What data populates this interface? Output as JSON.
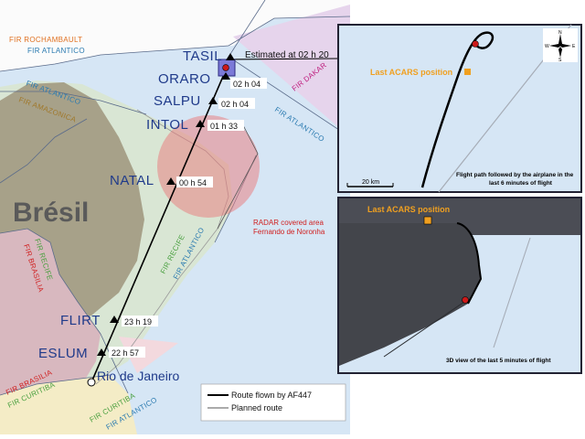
{
  "map": {
    "country_label": "Brésil",
    "city_label": "Rio de Janeiro",
    "estimated_label": "Estimated at 02 h 20",
    "radar_label_line1": "RADAR covered area",
    "radar_label_line2": "Fernando de Noronha",
    "fir_labels": {
      "rochambault": "FIR ROCHAMBAULT",
      "atlantico_top": "FIR ATLANTICO",
      "atlantico_left": "FIR ATLANTICO",
      "amazonica": "FIR AMAZONICA",
      "dakar": "FIR DAKAR",
      "atlantico_right": "FIR ATLANTICO",
      "recife_left": "FIR RECIFE",
      "brasilia_left": "FIR BRASILIA",
      "recife_mid": "FIR RECIFE",
      "atlantico_mid": "FIR ATLANTICO",
      "brasilia_bottom": "FIR BRASILIA",
      "curitiba_left": "FIR CURITIBA",
      "curitiba_mid": "FIR CURITIBA",
      "atlantico_bottom": "FIR ATLANTICO"
    },
    "waypoints": [
      {
        "name": "TASIL",
        "time": ""
      },
      {
        "name": "ORARO",
        "time": "02 h 04"
      },
      {
        "name": "SALPU",
        "time": "02 h 04"
      },
      {
        "name": "INTOL",
        "time": "01 h 33"
      },
      {
        "name": "NATAL",
        "time": "00 h 54"
      },
      {
        "name": "FLIRT",
        "time": "23 h 19"
      },
      {
        "name": "ESLUM",
        "time": "22 h 57"
      }
    ],
    "colors": {
      "ocean": "#d6e6f5",
      "land_green": "#d9e6d4",
      "land_olive": "#a7a189",
      "land_pink": "#d8b8bf",
      "radar": "#e9787a",
      "waypoint_text": "#1f3a8a",
      "acars_orange": "#f0a020"
    }
  },
  "legend": {
    "route_flown": "Route flown by AF447",
    "planned_route": "Planned route"
  },
  "inset_top": {
    "acars_label": "Last ACARS position",
    "scale_label": "20 km",
    "caption_line1": "Flight path followed by the airplane in the",
    "caption_line2": "last 6 minutes of flight",
    "compass": {
      "n": "N",
      "s": "S",
      "e": "E",
      "w": "W"
    }
  },
  "inset_bottom": {
    "acars_label": "Last ACARS position",
    "caption": "3D view of the last 5 minutes of flight"
  }
}
